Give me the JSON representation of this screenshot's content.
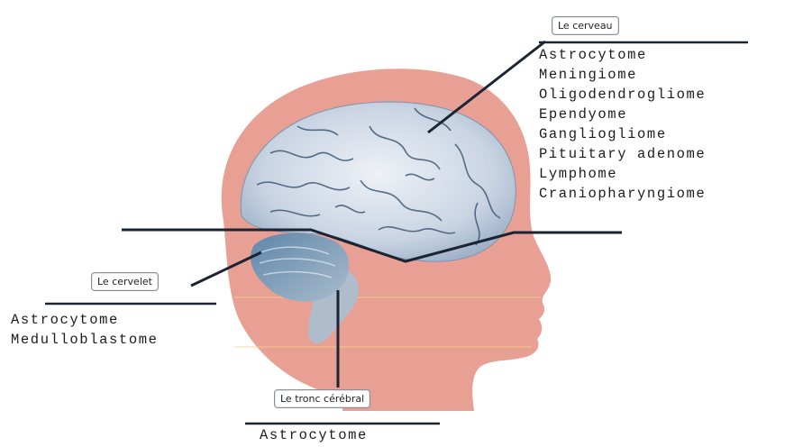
{
  "labels": {
    "cerveau": "Le cerveau",
    "cervelet": "Le cervelet",
    "tronc": "Le tronc cérébral"
  },
  "tumors": {
    "cerveau": [
      "Astrocytome",
      "Meningiome",
      "Oligodendrogliome",
      "Ependyome",
      "Gangliogliome",
      "Pituitary adenome",
      "Lymphome",
      "Craniopharyngiome"
    ],
    "cervelet": [
      "Astrocytome",
      "Medulloblastome"
    ],
    "tronc": [
      "Astrocytome"
    ]
  }
}
